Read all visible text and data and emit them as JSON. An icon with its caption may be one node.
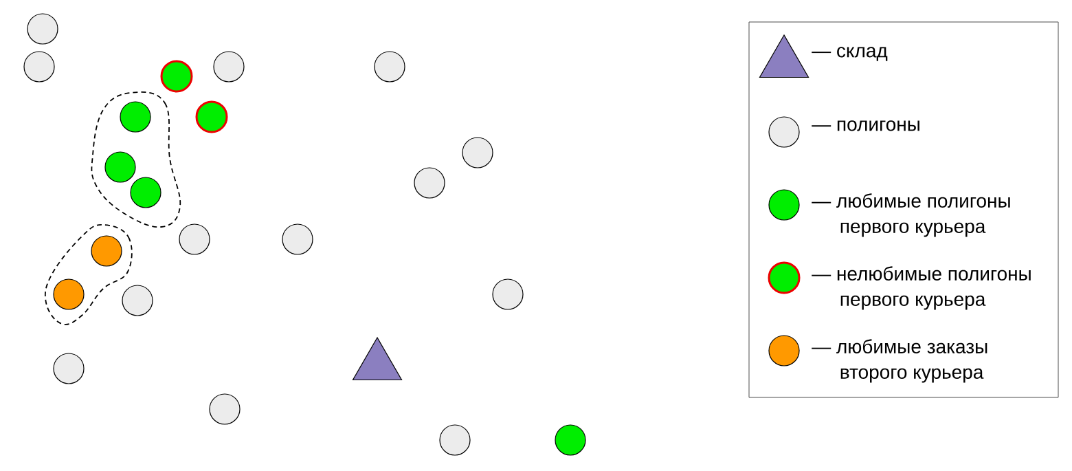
{
  "diagram": {
    "nodes": [
      {
        "text": [],
        "shape": "circle"
      },
      {
        "text": [],
        "shape": "circle"
      },
      {
        "text": [],
        "shape": "circle"
      },
      {
        "text": [],
        "shape": "circle"
      },
      {
        "text": [],
        "shape": "circle"
      },
      {
        "text": [],
        "shape": "circle"
      },
      {
        "text": [],
        "shape": "circle"
      },
      {
        "text": [],
        "shape": "circle"
      },
      {
        "text": [],
        "shape": "circle"
      },
      {
        "text": [],
        "shape": "circle"
      },
      {
        "text": [],
        "shape": "circle"
      },
      {
        "text": [],
        "shape": "circle"
      },
      {
        "text": [],
        "shape": "circle"
      },
      {
        "text": [],
        "shape": "circle"
      },
      {
        "text": [],
        "shape": "circle"
      },
      {
        "text": [],
        "shape": "circle"
      },
      {
        "text": [],
        "shape": "circle"
      },
      {
        "text": [],
        "shape": "triangle"
      },
      {
        "text": [],
        "shape": "circle"
      },
      {
        "text": [],
        "shape": "circle"
      },
      {
        "text": [],
        "shape": "circle"
      },
      {
        "text": [],
        "shape": "circle"
      }
    ],
    "legend": [
      {
        "text": "— склад"
      },
      {
        "text": "— полигоны"
      },
      {
        "text": "— любимые полигоны первого курьера"
      },
      {
        "text": "— нелюбимые полигоны первого курьера"
      },
      {
        "text": "— любимые заказы второго курьера"
      }
    ]
  }
}
